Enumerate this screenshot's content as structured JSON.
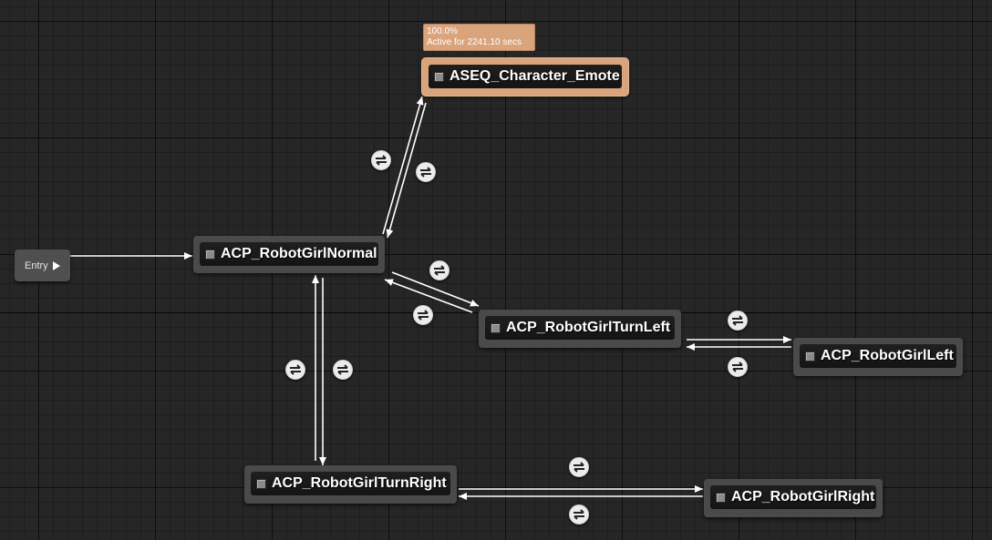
{
  "window": {
    "title": ""
  },
  "entry": {
    "label": "Entry"
  },
  "states": [
    {
      "id": "emote",
      "label": "ASEQ_Character_Emote",
      "active": true
    },
    {
      "id": "normal",
      "label": "ACP_RobotGirlNormal",
      "active": false
    },
    {
      "id": "turn_left",
      "label": "ACP_RobotGirlTurnLeft",
      "active": false
    },
    {
      "id": "left",
      "label": "ACP_RobotGirlLeft",
      "active": false
    },
    {
      "id": "turn_right",
      "label": "ACP_RobotGirlTurnRight",
      "active": false
    },
    {
      "id": "right",
      "label": "ACP_RobotGirlRight",
      "active": false
    }
  ],
  "active_state_info": {
    "weight": "100.0%",
    "active_time": "Active for 2241.10 secs"
  },
  "transitions": [
    {
      "from": "normal",
      "to": "emote"
    },
    {
      "from": "emote",
      "to": "normal"
    },
    {
      "from": "normal",
      "to": "turn_left"
    },
    {
      "from": "turn_left",
      "to": "normal"
    },
    {
      "from": "turn_left",
      "to": "left"
    },
    {
      "from": "left",
      "to": "turn_left"
    },
    {
      "from": "normal",
      "to": "turn_right"
    },
    {
      "from": "turn_right",
      "to": "normal"
    },
    {
      "from": "turn_right",
      "to": "right"
    },
    {
      "from": "right",
      "to": "turn_right"
    }
  ],
  "colors": {
    "graph_background": "#262626",
    "state_node": "#4a4a4a",
    "active_state_node": "#d9a47c",
    "wire": "#ffffff",
    "transition_icon": "#ececec"
  },
  "icons": {
    "state": "state-machine-state-icon",
    "transition": "transition-rule-icon",
    "entry_pin": "entry-output-pin-icon"
  }
}
